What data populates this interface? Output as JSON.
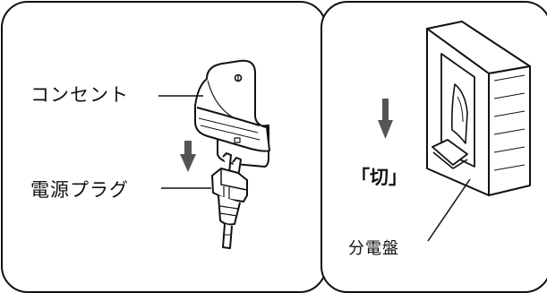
{
  "labels": {
    "outlet": "コンセント",
    "power_plug": "電源プラグ",
    "switch_off": "「切」",
    "distribution_board": "分電盤"
  },
  "colors": {
    "line": "#111111",
    "arrow": "#555555",
    "background": "#ffffff"
  }
}
